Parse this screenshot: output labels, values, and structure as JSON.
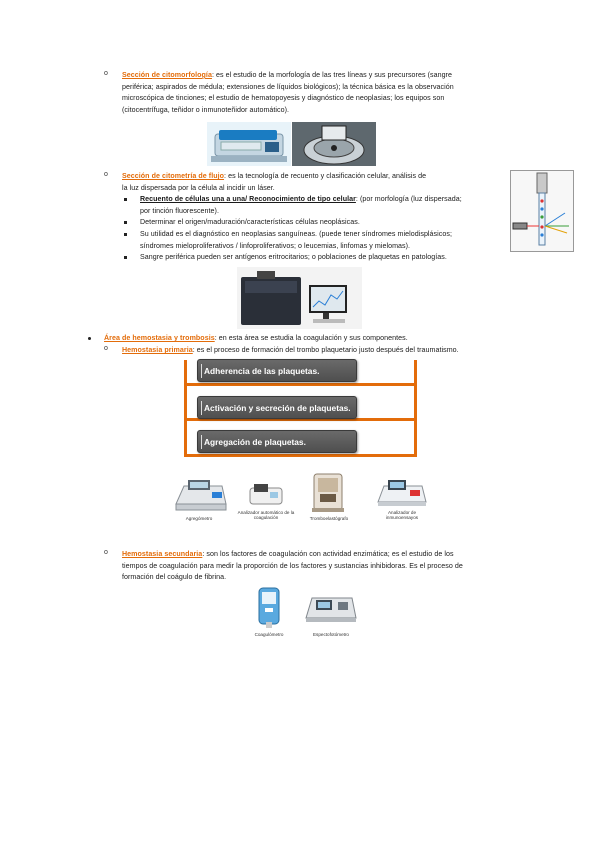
{
  "sec_morfologia": {
    "title": "Sección de citomorfología",
    "l1": ": es el estudio de la morfología de las tres líneas y sus precursores (sangre",
    "l2": "periférica; aspirados de médula; extensiones de líquidos biológicos); la técnica básica es la observación",
    "l3": "microscópica de tinciones; el estudio de hematopoyesis y diagnóstico de neoplasias; los equipos son",
    "l4": "(citocentrífuga, teñidor o inmunoteñidor automático)."
  },
  "sec_citometria": {
    "title": "Sección de citometría de flujo",
    "l1": ": es la tecnología de recuento y clasificación celular, análisis de",
    "l2": "la luz dispersada por la célula al incidir un láser.",
    "items": [
      {
        "bold": "Recuento de células una a una/ Reconocimiento de tipo celular",
        "l1": ": (por morfología (luz dispersada;",
        "l2": "por tinción fluorescente)."
      },
      {
        "l1": "Determinar el origen/maduración/características células neoplásicas."
      },
      {
        "l1": "Su utilidad es el diagnóstico en neoplasias sanguíneas. (puede tener síndromes mielodisplásicos;",
        "l2": "síndromes mieloproliferativos / linfoproliferativos; o leucemias, linfomas y mielomas)."
      },
      {
        "l1": "Sangre periférica pueden ser antígenos eritrocitarios; o poblaciones de plaquetas en patologías."
      }
    ]
  },
  "area_hemostasia": {
    "title": "Área de hemostasia y trombosis",
    "text": ": en esta área se estudia la coagulación y sus componentes."
  },
  "hemostasia_primaria": {
    "title": "Hemostasia primaria",
    "text": ": es el proceso de formación del trombo plaquetario justo después del traumatismo."
  },
  "steps": [
    "Adherencia de las plaquetas.",
    "Activación y secreción de plaquetas.",
    "Agregación de plaquetas."
  ],
  "devices_primaria": [
    {
      "caption": "Agregómetro"
    },
    {
      "caption": "Analizador automático de la coagulación"
    },
    {
      "caption": "Tromboelastógrafo"
    },
    {
      "caption": "Analizador de inmunoensayos"
    }
  ],
  "hemostasia_secundaria": {
    "title": "Hemostasia secundaria",
    "l1": ": son los factores de coagulación con actividad enzimática; es el estudio de los",
    "l2": "tiempos de coagulación para medir la proporción de los factores y sustancias inhibidoras. Es el proceso de",
    "l3": "formación del coágulo de fibrina."
  },
  "devices_secundaria": [
    {
      "caption": "Coagulómetro"
    },
    {
      "caption": "Espectofotómetro"
    }
  ],
  "colors": {
    "accent": "#e36c0a",
    "box": "#5a5a5a"
  }
}
